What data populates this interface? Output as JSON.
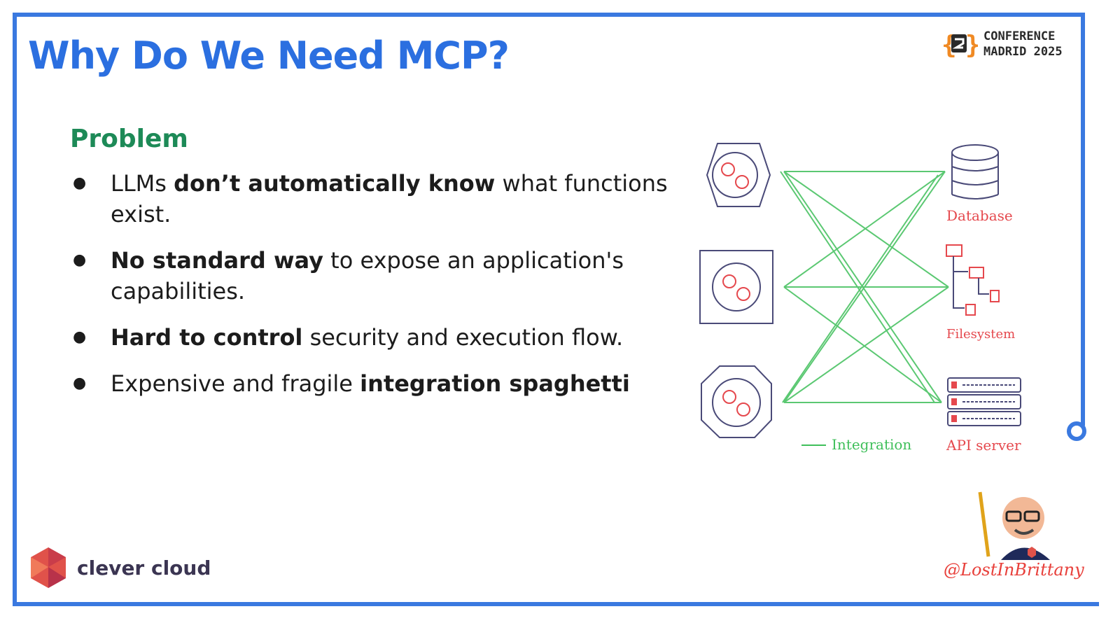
{
  "slide": {
    "title": "Why Do We Need MCP?",
    "section_heading": "Problem"
  },
  "conference": {
    "line1": "CONFERENCE",
    "line2": "MADRID 2025",
    "logo_icon": "conference-logo-icon"
  },
  "bullets": [
    {
      "before": "LLMs ",
      "bold": "don’t automatically know",
      "after": " what functions exist."
    },
    {
      "before": "",
      "bold": "No standard way",
      "after": " to expose an application's capabilities."
    },
    {
      "before": "",
      "bold": "Hard to control",
      "after": " security and execution flow."
    },
    {
      "before": "Expensive and fragile ",
      "bold": "integration spaghetti",
      "after": ""
    }
  ],
  "diagram": {
    "labels": {
      "database": "Database",
      "filesystem": "Filesystem",
      "api_server": "API server",
      "legend": "Integration"
    },
    "colors": {
      "link": "#3fbf5a",
      "label_red": "#e5484d",
      "outline": "#4a4a78"
    }
  },
  "footer": {
    "brand": "clever cloud",
    "author_handle": "@LostInBrittany"
  },
  "colors": {
    "frame": "#3a79e0",
    "title": "#2b6fe0",
    "heading": "#1d8a57"
  }
}
